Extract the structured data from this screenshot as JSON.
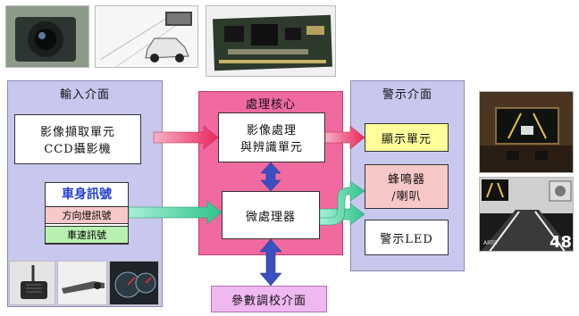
{
  "input_panel": {
    "title": "輸入介面",
    "capture_line1": "影像擷取單元",
    "capture_line2": "CCD攝影機",
    "vehicle_signal": "車身訊號",
    "turn_signal": "方向燈訊號",
    "speed_signal": "車速訊號"
  },
  "core_panel": {
    "title": "處理核心",
    "image_line1": "影像處理",
    "image_line2": "與辨識單元",
    "mcu": "微處理器"
  },
  "warn_panel": {
    "title": "警示介面",
    "display": "顯示單元",
    "buzzer_line1": "蜂鳴器",
    "buzzer_line2": "/喇叭",
    "led": "警示LED"
  },
  "param_interface": "參數調校介面",
  "hud_text": "ARTC",
  "hud_number": "48",
  "colors": {
    "panel_blue": "#c8c8ee",
    "panel_pink": "#f06aa0",
    "display_yellow": "#ffff99",
    "buzzer_pink": "#f8c8c8",
    "turn_pink": "#f8c8c8",
    "speed_green": "#b8f0b0",
    "arrow_red": "#e8285a",
    "arrow_green": "#2ec48a",
    "arrow_blue": "#3a4fc0"
  }
}
